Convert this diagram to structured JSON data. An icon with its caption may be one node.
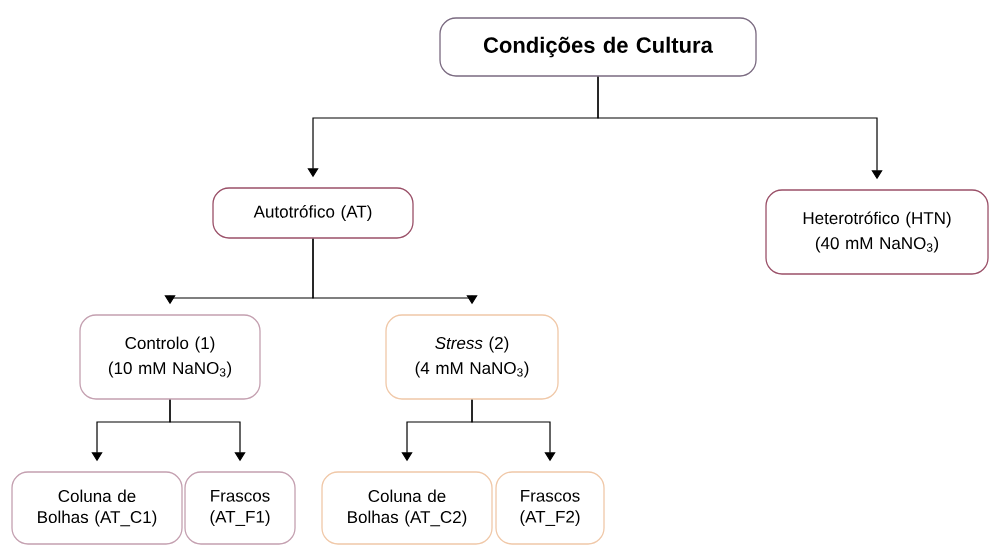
{
  "diagram": {
    "nodes": [
      {
        "text": [
          "**Condições de Cultura**"
        ]
      },
      {
        "text": [
          "Autotrófico (AT)"
        ]
      },
      {
        "text": [
          "Heterotrófico (HTN)",
          "(40 mM NaNO$_{3}$)"
        ]
      },
      {
        "text": [
          "Controlo (1)",
          "(10 mM NaNO$_{3}$)"
        ]
      },
      {
        "text": [
          "*Stress* (2)",
          "(4 mM NaNO$_{3}$)"
        ]
      },
      {
        "text": [
          "Coluna de Bolhas (AT_C1)"
        ]
      },
      {
        "text": [
          "Frascos (AT_F1)"
        ]
      },
      {
        "text": [
          "Coluna de Bolhas (AT_C2)"
        ]
      },
      {
        "text": [
          "Frascos (AT_F2)"
        ]
      }
    ],
    "edges": [
      {
        "from": 0,
        "to": 1,
        "arrow": "to"
      },
      {
        "from": 0,
        "to": 2,
        "arrow": "to"
      },
      {
        "from": 1,
        "to": 3,
        "arrow": "to"
      },
      {
        "from": 1,
        "to": 4,
        "arrow": "to"
      },
      {
        "from": 3,
        "to": 5,
        "arrow": "to"
      },
      {
        "from": 3,
        "to": 6,
        "arrow": "to"
      },
      {
        "from": 4,
        "to": 7,
        "arrow": "to"
      },
      {
        "from": 4,
        "to": 8,
        "arrow": "to"
      }
    ]
  }
}
